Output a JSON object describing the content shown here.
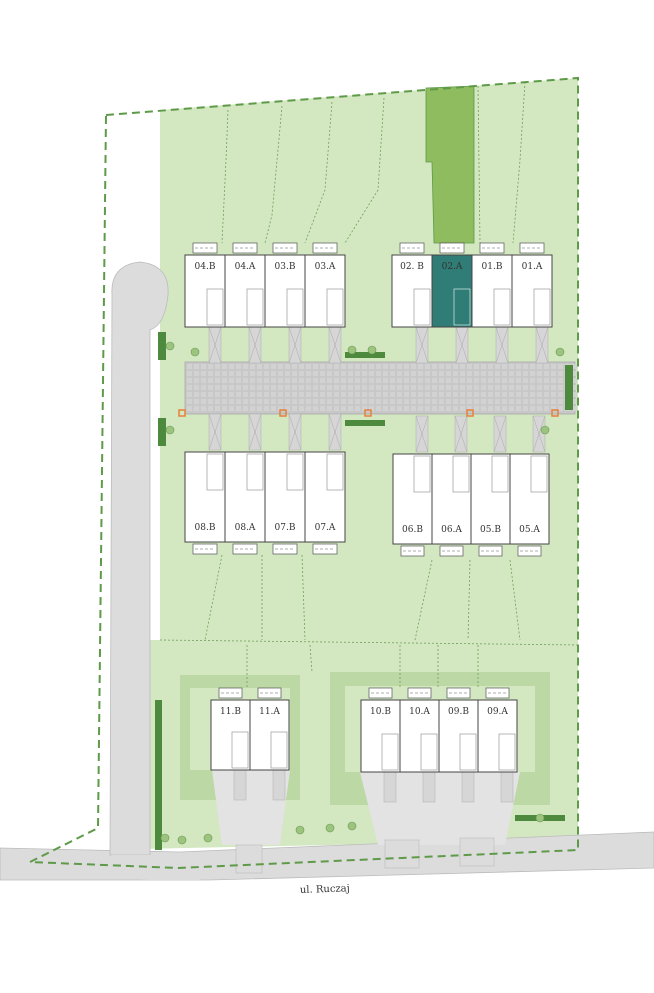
{
  "street": {
    "name": "ul. Ruczaj"
  },
  "colors": {
    "lawn": "#d3e7c1",
    "lawn_dark": "#bcd8a5",
    "plot_highlight": "#8fbc5e",
    "unit_fill": "#ffffff",
    "unit_selected": "#2f7d76",
    "road": "#dcdcdc",
    "paving": "#c8c8c8",
    "boundary": "#5e9a48",
    "hedge": "#4e8a3e",
    "lamp": "#e8803a"
  },
  "selected_unit": "02.A",
  "units": [
    {
      "label": "04.B",
      "row": "north-west",
      "selected": false
    },
    {
      "label": "04.A",
      "row": "north-west",
      "selected": false
    },
    {
      "label": "03.B",
      "row": "north-west",
      "selected": false
    },
    {
      "label": "03.A",
      "row": "north-west",
      "selected": false
    },
    {
      "label": "02. B",
      "row": "north-east",
      "selected": false
    },
    {
      "label": "02.A",
      "row": "north-east",
      "selected": true
    },
    {
      "label": "01.B",
      "row": "north-east",
      "selected": false
    },
    {
      "label": "01.A",
      "row": "north-east",
      "selected": false
    },
    {
      "label": "08.B",
      "row": "middle-west",
      "selected": false
    },
    {
      "label": "08.A",
      "row": "middle-west",
      "selected": false
    },
    {
      "label": "07.B",
      "row": "middle-west",
      "selected": false
    },
    {
      "label": "07.A",
      "row": "middle-west",
      "selected": false
    },
    {
      "label": "06.B",
      "row": "middle-east",
      "selected": false
    },
    {
      "label": "06.A",
      "row": "middle-east",
      "selected": false
    },
    {
      "label": "05.B",
      "row": "middle-east",
      "selected": false
    },
    {
      "label": "05.A",
      "row": "middle-east",
      "selected": false
    },
    {
      "label": "11.B",
      "row": "south-west",
      "selected": false
    },
    {
      "label": "11.A",
      "row": "south-west",
      "selected": false
    },
    {
      "label": "10.B",
      "row": "south-east",
      "selected": false
    },
    {
      "label": "10.A",
      "row": "south-east",
      "selected": false
    },
    {
      "label": "09.B",
      "row": "south-east",
      "selected": false
    },
    {
      "label": "09.A",
      "row": "south-east",
      "selected": false
    }
  ]
}
